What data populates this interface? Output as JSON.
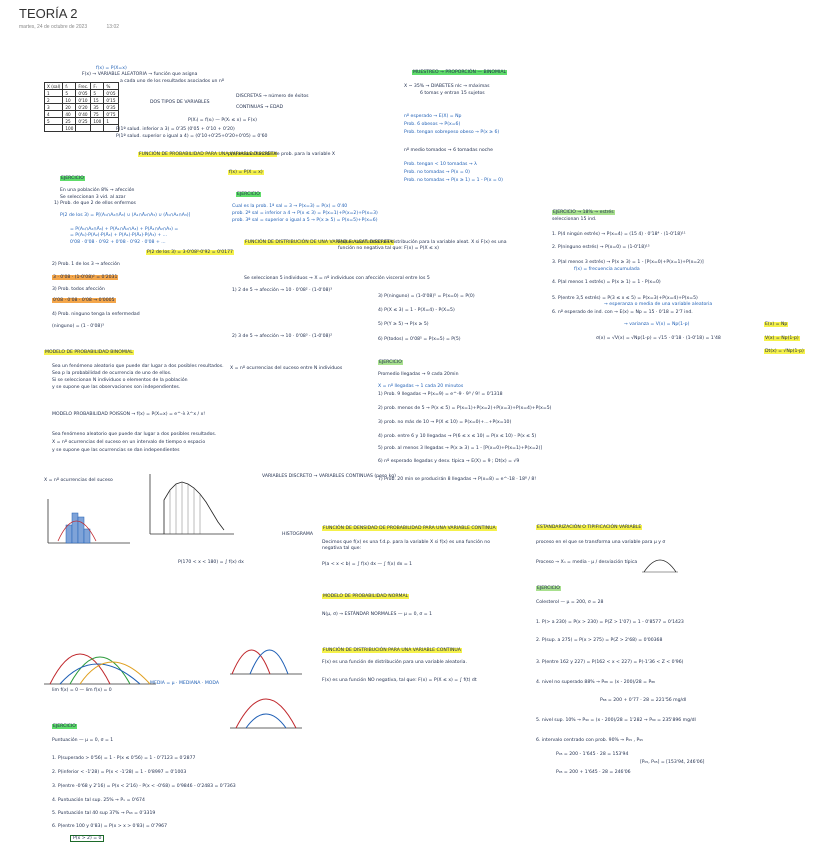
{
  "page": {
    "title": "TEORÍA 2",
    "date": "martes, 24 de octubre de 2023",
    "time": "13:02"
  },
  "notes": {
    "col1": [
      {
        "t": "f(x) = P(X=x)"
      },
      {
        "t": "F(x) → VARIABLE ALEATORIA → función que asigna"
      },
      {
        "t": "a cada uno de los resultados asociados un nº"
      },
      {
        "t": "DOS TIPOS DE VARIABLES"
      },
      {
        "t": "DISCRETAS → número de éxitos"
      },
      {
        "t": "CONTINUAS → EDAD"
      },
      {
        "t": "P(Xᵢ) = f(xᵢ) — P(Xᵢ ≤ x) = F(x)"
      },
      {
        "t": "P(1ª salud. inferior a 3) = 0'35 (0'05 + 0'10 + 0'20)"
      },
      {
        "t": "P(1ª salud. superior o igual a 4) = (0'10+0'25+0'20+0'05) = 0'60"
      },
      {
        "t": "FUNCIÓN DE PROBABILIDAD PARA UNA VARIABLE DISCRETA"
      },
      {
        "t": "p(x) es una función de prob. para la variable X"
      },
      {
        "t": "f(x) = P(X = x)"
      },
      {
        "t": "EJERCICIO"
      },
      {
        "t": "En una población 8% → afección"
      },
      {
        "t": "Se seleccionan 3 vid. al azar"
      },
      {
        "t": "1) Prob. de que 2 de ellos enfermos"
      },
      {
        "t": "P(2 de los 3) = P[(A₁∩A₂∩Ā₃) ∪ (A₁∩Ā₂∩A₃) ∪ (Ā₁∩A₂∩A₃)]"
      },
      {
        "t": "= P(A₁∩A₂∩Ā₃) + P(A₁∩Ā₂∩A₃) + P(Ā₁∩A₂∩A₃) ="
      },
      {
        "t": "= P(A₁)·P(A₂)·P(Ā₃) + P(A₁)·P(Ā₂)·P(A₃) + ..."
      },
      {
        "t": "0'08 · 0'08 · 0'92 + 0'08 · 0'92 · 0'08 + ..."
      },
      {
        "t": "P(2 de los 3) = 3·0'08²·0'92 = 0'0177"
      },
      {
        "t": "2) Prob. 1 de los 3 → afección"
      },
      {
        "t": "3 · 0'08 · (1-0'08)² = 0'2031"
      },
      {
        "t": "3) Prob. todos afección"
      },
      {
        "t": "0'08 · 0'08 · 0'08 → 0'0005"
      },
      {
        "t": "4) Prob. ninguno tenga la enfermedad"
      },
      {
        "t": "(ninguno) = (1 - 0'08)³"
      },
      {
        "t": "MODELO DE PROBABILIDAD BINOMIAL"
      },
      {
        "t": "Sea un fenómeno aleatorio que puede dar lugar a dos posibles resultados."
      },
      {
        "t": "Sea p la probabilidad de ocurrencia de uno de ellos."
      },
      {
        "t": "Si se seleccionan N individuos o elementos de la población"
      },
      {
        "t": "y se supone que las observaciones son independientes."
      },
      {
        "t": "X = nº ocurrencias del suceso entre N individuos"
      },
      {
        "t": "MODELO PROBABILIDAD POISSON → f(x) = P(X=x) = e^-λ λ^x / x!"
      },
      {
        "t": "Sea fenómeno aleatorio que puede dar lugar a dos posibles resultados."
      },
      {
        "t": "X = nº ocurrencias del suceso en un intervalo de tiempo o espacio"
      },
      {
        "t": "y se supone que las ocurrencias se dan independientes"
      },
      {
        "t": "X = nº ocurrencias del suceso"
      },
      {
        "t": "MEDIA = μ · MEDIANA · MODA"
      },
      {
        "t": "lim f(x) = 0 — lim f(x) = 0"
      },
      {
        "t": "EJERCICIO"
      },
      {
        "t": "Puntuación — μ = 0, σ = 1"
      },
      {
        "t": "1. P(superado > 0'56) = 1 - P(x ≤ 0'56) = 1 - 0'7123 = 0'2877"
      },
      {
        "t": "2. P(inferior < -1'28) = P(x < -1'28) = 1 - 0'8997 = 0'1003"
      },
      {
        "t": "3. P(entre -0'68 y 2'16) = P(x < 2'16) - P(x < -0'68) = 0'9846 - 0'2483 = 0'7363"
      },
      {
        "t": "4. Puntuación tal sup. 25% → Pₓ = 0'674"
      },
      {
        "t": "5. Puntuación tal 40 sup 37% → P₆₃ = 0'3319"
      },
      {
        "t": "6. P(entre 100 y 0'83) = P(x > x > 0'83) = 0'7967"
      },
      {
        "t": "P(x > 2) = 0"
      }
    ],
    "col2": [
      {
        "t": "MUESTREO → PROPORCIÓN — BINOMIAL"
      },
      {
        "t": "X ~ 35% → DIABETES nlc → máximas"
      },
      {
        "t": "6 tomas y entran 15 sujetos"
      },
      {
        "t": "nº esperado → E(X) = Np"
      },
      {
        "t": "Prob. 6 obesos → P(x=6)"
      },
      {
        "t": "Prob. tengan sobrepeso obeso → P(x ≥ 6)"
      },
      {
        "t": "nº medio tomados → 6 tomadas noche"
      },
      {
        "t": "Prob. tengan < 10 tomadas → λ"
      },
      {
        "t": "Prob. no tomadas → P(x = 0)"
      },
      {
        "t": "Prob. no tomadas → P(x ≥ 1) = 1 - P(x = 0)"
      },
      {
        "t": "EJERCICIO"
      },
      {
        "t": "Cual es la prob. 1ª sal = 3 → P(x=3) = P(x) = 0'40"
      },
      {
        "t": "prob. 2ª sal = inferior a 4 → P(x ≤ 3) = P(x=1)+P(x=2)+P(x=3)"
      },
      {
        "t": "prob. 3ª sal = superior o igual a 5 → P(x ≥ 5) = P(x=5)+P(x=6)"
      },
      {
        "t": "FUNCIÓN DE DISTRIBUCIÓN DE UNA VARIABLE ALEAT. DISCRETA"
      },
      {
        "t": "F(x) es una función de distribución para la variable aleat. X si F(x) es una función no negativa tal que: F(x) = P(X ≤ x)"
      },
      {
        "t": "Se seleccionan 5 individuos → X = nº individuos con afección visceral entre los 5"
      },
      {
        "t": "1) 2 de 5 → afección → 10 · 0'08² · (1-0'08)³"
      },
      {
        "t": "2) 3 de 5 → afección → 10 · 0'08³ · (1-0'08)²"
      },
      {
        "t": "3) P(ninguno) = (1-0'08)⁵ = P(x=0) = P(0)"
      },
      {
        "t": "4) P(X ≤ 3) = 1 - P(X=4) - P(X=5)"
      },
      {
        "t": "5) P(Y ≥ 5) → P(x ≥ 5)"
      },
      {
        "t": "6) P(todos) = 0'08⁵ = P(x=5) = P(5)"
      },
      {
        "t": "EJERCICIO"
      },
      {
        "t": "Promedio llegadas → 9 cada 20min"
      },
      {
        "t": "X = nº llegadas → 1 cada 20 minutos"
      },
      {
        "t": "1) Prob. 9 llegadas → P(x=9) = e^-9 · 9⁹ / 9! = 0'1318"
      },
      {
        "t": "2) prob. menos de 5 → P(x ≤ 5) = P(x=1)+P(x=2)+P(x=3)+P(x=4)+P(x=5)"
      },
      {
        "t": "3) prob. no más de 10 → P(X ≤ 10) = P(x=0)+...+P(x=10)"
      },
      {
        "t": "4) prob. entre 6 y 10 llegadas → P(6 ≤ x ≤ 10) = P(x ≤ 10) - P(x ≤ 5)"
      },
      {
        "t": "5) prob. al menos 3 llegadas → P(x ≥ 3) = 1 - [P(x=0)+P(x=1)+P(x=2)]"
      },
      {
        "t": "6) nº esperado llegadas y desv. típica → E(X) = 9 ; Dt(x) = √9"
      },
      {
        "t": "7) Prob. 20 min se producirán 8 llegadas → P(x=8) = e^-18 · 18⁸ / 8!"
      },
      {
        "t": "VARIABLES DISCRETO → VARIABLES CONTINUAS (peso kg)"
      },
      {
        "t": "HISTOGRAMA"
      },
      {
        "t": "P(170 < x < 180) = ∫ f(x) dx"
      },
      {
        "t": "FUNCIÓN DE DENSIDAD DE PROBABILIDAD PARA UNA VARIABLE CONTINUA"
      },
      {
        "t": "Decimos que f(x) es una f.d.p. para la variable X si f(x) es una función no negativa tal que:"
      },
      {
        "t": "P(a < x < b) = ∫ f(x) dx — ∫ f(x) dx = 1"
      },
      {
        "t": "MODELO DE PROBABILIDAD NORMAL"
      },
      {
        "t": "N(μ, σ) → ESTÁNDAR NORMALES — μ = 0, σ = 1"
      },
      {
        "t": "FUNCIÓN DE DISTRIBUCIÓN PARA UNA VARIABLE CONTINUA"
      },
      {
        "t": "F(x) es una función de distribución para una variable aleatoria."
      },
      {
        "t": "F(x) es una función NO negativa, tal que: F(x) = P(X ≤ x) = ∫ f(t) dt"
      }
    ],
    "col3": [
      {
        "t": "EJERCICIO → 18% → estrés"
      },
      {
        "t": "seleccionan 15 ind."
      },
      {
        "t": "1. P(4 ningún estrés) → P(x=4) = (15 4) · 0'18⁴ · (1-0'18)¹¹"
      },
      {
        "t": "2. P(ninguno estrés) → P(x=0) = (1-0'18)¹⁵"
      },
      {
        "t": "3. P(al menos 3 estrés) → P(x ≥ 3) = 1 - [P(x=0)+P(x=1)+P(x=2)]"
      },
      {
        "t": "f(x) = frecuencia acumulada"
      },
      {
        "t": "4. P(al menos 1 estrés) = P(x ≥ 1) = 1 - P(x=0)"
      },
      {
        "t": "5. P(entre 3,5 estrés) = P(3 ≤ x ≤ 5) = P(x=3)+P(x=4)+P(x=5)"
      },
      {
        "t": "6. nº esperado de ind. con → E(x) = Np = 15 · 0'18 = 2'7 ind."
      },
      {
        "t": "→ esperanza o media de una variable aleatoria"
      },
      {
        "t": "→ varianza = V(x) = Np(1-p)"
      },
      {
        "t": "σ(x) = √V(x) = √Np(1-p) = √15 · 0'18 · (1-0'18) = 1'48"
      },
      {
        "t": "E(x) = Np"
      },
      {
        "t": "V(x) = Np(1-p)"
      },
      {
        "t": "Dt(x) = √Np(1-p)"
      },
      {
        "t": "ESTANDARIZACIÓN O TIPIFICACIÓN VARIABLE"
      },
      {
        "t": "proceso en el que se transforma una variable para μ y σ"
      },
      {
        "t": "Proceso → Xₙ = media - μ / desviación típica"
      },
      {
        "t": "EJERCICIO"
      },
      {
        "t": "Colesterol — μ = 200, σ = 28"
      },
      {
        "t": "1. P(> a 230) = P(x > 230) = P(Z > 1'07) = 1 - 0'8577 = 0'1423"
      },
      {
        "t": "2. P(sup. a 275) = P(x > 275) = P(Z > 2'68) = 0'00368"
      },
      {
        "t": "3. P(entre 162 y 227) = P(162 < x < 227) = P(-1'36 < Z < 0'96)"
      },
      {
        "t": "4. nivel no superado 88% → P₈₈ = (x - 200)/28 = P₈₈"
      },
      {
        "t": "P₈₈ = 200 + 0'77 · 28 = 221'56 mg/dl"
      },
      {
        "t": "5. nivel sup. 10% → P₉₀ = (x - 200)/28 = 1'282 → P₉₀ = 235'896 mg/dl"
      },
      {
        "t": "6. intervalo centrado con prob. 90% → P₀₅ , P₉₅"
      },
      {
        "t": "P₀₅ = 200 - 1'645 · 28 = 153'94"
      },
      {
        "t": "P₉₅ = 200 + 1'645 · 28 = 246'06"
      },
      {
        "t": "[P₀₅, P₉₅] = [153'94, 246'06]"
      }
    ]
  },
  "table": {
    "headers": [
      "X (sal)",
      "fᵢ",
      "Frec.",
      "Fᵢ",
      "%"
    ],
    "rows": [
      [
        "1",
        "5",
        "0'05",
        "5",
        "0'05"
      ],
      [
        "2",
        "10",
        "0'10",
        "15",
        "0'15"
      ],
      [
        "3",
        "20",
        "0'20",
        "35",
        "0'35"
      ],
      [
        "4",
        "40",
        "0'40",
        "75",
        "0'75"
      ],
      [
        "5",
        "25",
        "0'25",
        "100",
        "1"
      ]
    ],
    "total": "100"
  }
}
